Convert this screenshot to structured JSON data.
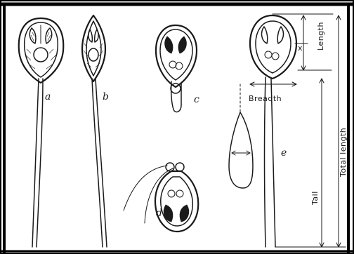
{
  "figure": {
    "panel_labels": {
      "a": "a",
      "b": "b",
      "c": "c",
      "d": "d",
      "e": "e"
    },
    "measurements": {
      "length": "Length",
      "breadth": "Breadth",
      "x": "x",
      "tail": "Tail",
      "total_length": "Total length"
    },
    "colors": {
      "ink": "#1a1a1a",
      "paper": "#ffffff",
      "frame": "#000000"
    }
  }
}
